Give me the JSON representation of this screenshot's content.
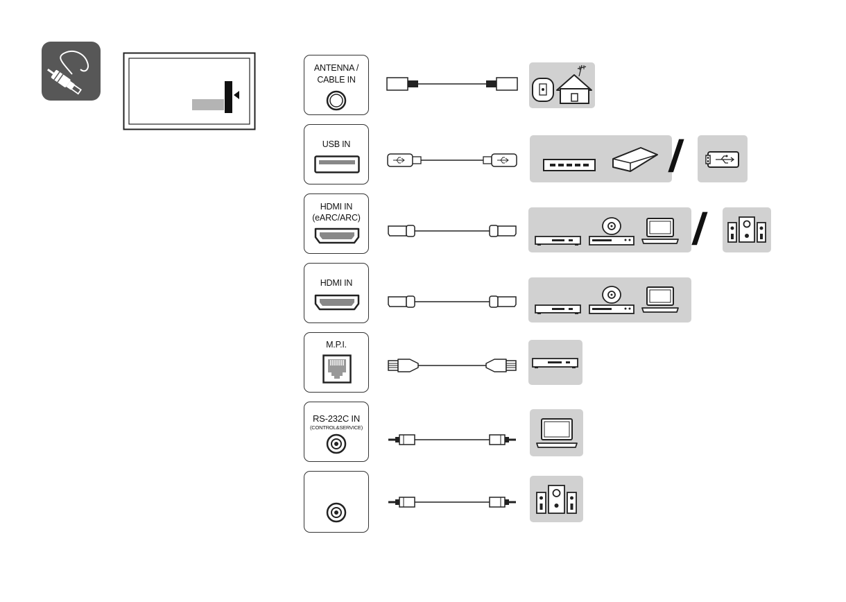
{
  "icons": {
    "cable_badge": "cable-plug-icon",
    "tv_outline": "tv-back-panel-icon",
    "panel_marker": "triangle-pointer-icon"
  },
  "colors": {
    "badge_bg": "#575757",
    "device_box_bg": "#d1d1d1",
    "line": "#222222"
  },
  "ports": [
    {
      "label_line1": "ANTENNA /",
      "label_line2": "CABLE IN",
      "icon": "coaxial-jack-icon",
      "cable": "coaxial-cable-icon",
      "devices": [
        "wall-outlet-icon",
        "house-antenna-icon"
      ]
    },
    {
      "label_line1": "USB IN",
      "icon": "usb-port-icon",
      "cable": "usb-cable-icon",
      "devices": [
        "usb-hub-icon",
        "external-hdd-icon"
      ],
      "separator": "/",
      "alt_devices": [
        "usb-stick-icon"
      ]
    },
    {
      "label_line1": "HDMI IN",
      "label_line2": "(eARC/ARC)",
      "icon": "hdmi-port-icon",
      "cable": "hdmi-cable-icon",
      "devices": [
        "set-top-box-icon",
        "disc-player-icon",
        "laptop-icon"
      ],
      "separator": "/",
      "alt_devices": [
        "speaker-system-icon"
      ]
    },
    {
      "label_line1": "HDMI IN",
      "icon": "hdmi-port-icon",
      "cable": "hdmi-cable-icon",
      "devices": [
        "set-top-box-icon",
        "disc-player-icon",
        "laptop-icon"
      ]
    },
    {
      "label_line1": "M.P.I.",
      "icon": "rj45-port-icon",
      "cable": "lan-cable-icon",
      "devices": [
        "set-top-box-icon"
      ]
    },
    {
      "label_line1": "RS-232C IN",
      "label_line2": "(CONTROL&SERVICE)",
      "icon": "audio-jack-icon",
      "cable": "stereo-cable-icon",
      "devices": [
        "laptop-icon"
      ]
    },
    {
      "icon": "audio-jack-icon",
      "cable": "stereo-cable-icon",
      "devices": [
        "speaker-system-icon"
      ]
    }
  ]
}
